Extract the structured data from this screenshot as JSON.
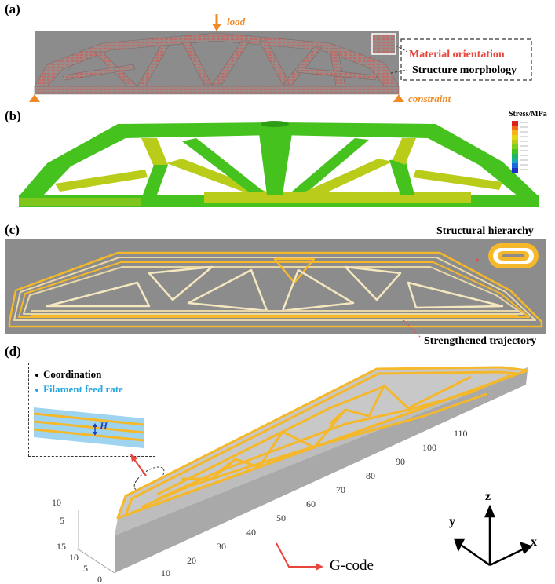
{
  "panels": {
    "a": {
      "label": "(a)",
      "load": "load",
      "constraint": "constraint",
      "material_orientation": "Material orientation",
      "structure_morphology": "Structure morphology"
    },
    "b": {
      "label": "(b)",
      "legend_title": "Stress/MPa"
    },
    "c": {
      "label": "(c)",
      "structural_hierarchy": "Structural hierarchy",
      "strengthened_trajectory": "Strengthened trajectory"
    },
    "d": {
      "label": "(d)",
      "inset_coordination": "Coordination",
      "inset_feed_rate": "Filament feed rate",
      "inset_h": "H",
      "gcode": "G-code",
      "axis_z": "z",
      "axis_y": "y",
      "axis_x": "x",
      "x_ticks": [
        "10",
        "20",
        "30",
        "40",
        "50",
        "60",
        "70",
        "80",
        "90",
        "100",
        "110"
      ],
      "y_ticks": [
        "0",
        "5",
        "10",
        "15"
      ],
      "z_ticks": [
        "5",
        "10"
      ]
    }
  },
  "colors": {
    "gray_bg": "#8c8c8c",
    "orange": "#f08a24",
    "red": "#e8453c",
    "green": "#46c21e",
    "yellow_green": "#b9cc1a",
    "filament_yellow": "#f5b82a",
    "cyan": "#29a8e0"
  }
}
